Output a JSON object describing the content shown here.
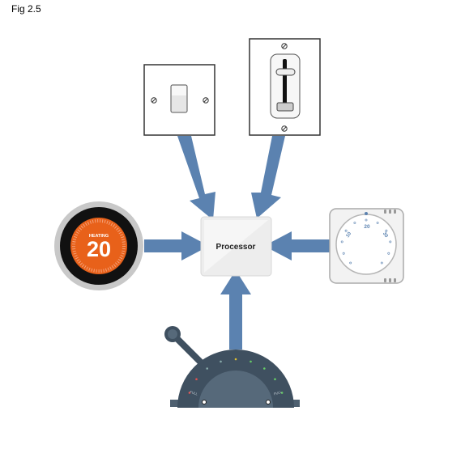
{
  "figure": {
    "label": "Fig 2.5"
  },
  "processor": {
    "label": "Processor"
  },
  "smart_thermostat": {
    "mode": "HEATING",
    "temperature": "20"
  },
  "dial_thermostat": {
    "min": "10",
    "mid": "20",
    "max": "30"
  },
  "lever_control": {
    "positions": [
      "FULL",
      "",
      "",
      "",
      "",
      "",
      "",
      "",
      "FULL"
    ]
  },
  "colors": {
    "arrow": "#5b82b0",
    "thermostat_orange": "#e8611a",
    "processor_fill": "#e9e9e9",
    "lever_body": "#3f5060"
  }
}
